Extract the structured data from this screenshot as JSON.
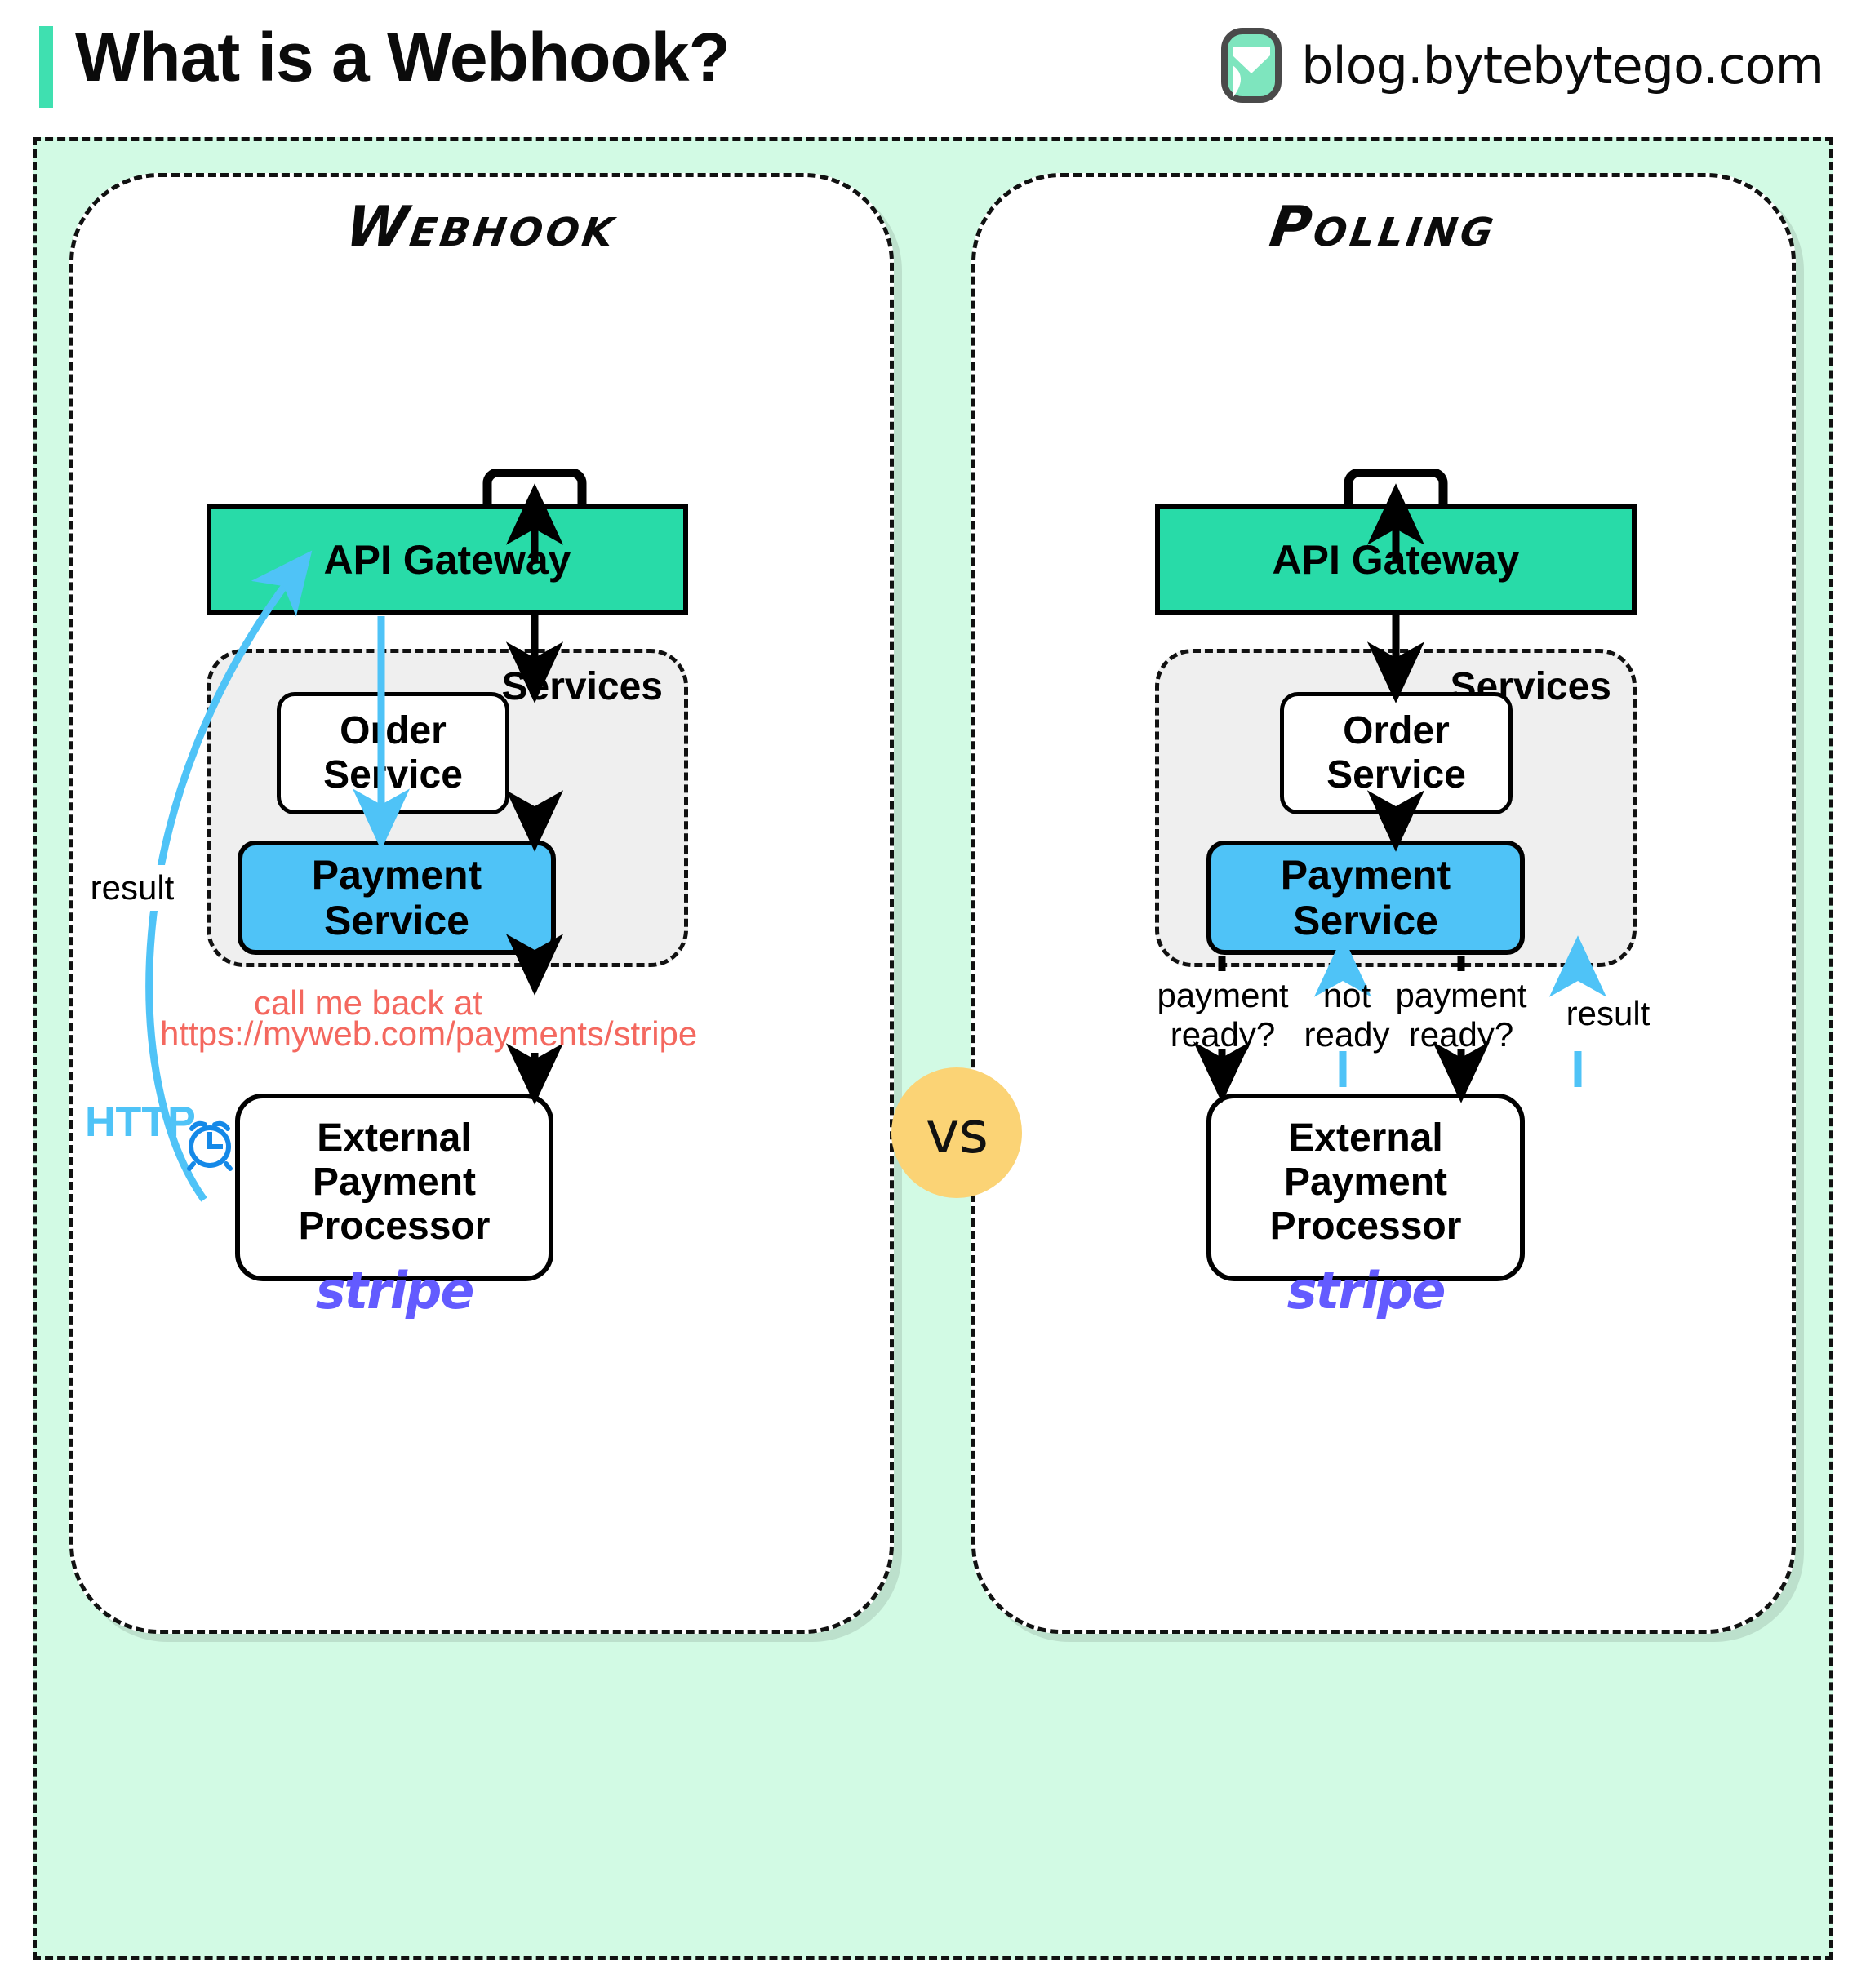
{
  "header": {
    "title": "What is a Webhook?",
    "brand": "blog.bytebytego.com",
    "logo_icon": "bytebytego-logo-icon",
    "accent_color": "#3FE0B0"
  },
  "comparison": {
    "vs_label": "vs",
    "vs_color": "#FBD375"
  },
  "colors": {
    "frame_bg": "#D2FAE4",
    "api_gateway": "#28DBA8",
    "payment_service": "#4FC3F7",
    "services_bg": "#EFEFEF",
    "callout_red": "#F4685F",
    "http_blue": "#4FC3F7",
    "clock_blue": "#1589E8",
    "stripe_purple": "#635BFF"
  },
  "webhook": {
    "title": "Webhook",
    "client_icon": "monitor-icon",
    "api_gateway": "API Gateway",
    "services_label": "Services",
    "order_service": "Order\nService",
    "payment_service": "Payment Service",
    "external_processor": "External\nPayment Processor",
    "stripe_label": "stripe",
    "callback_note_line1": "call me back at",
    "callback_note_line2": "https://myweb.com/payments/stripe",
    "result_label": "result",
    "http_label": "HTTP",
    "clock_icon": "alarm-clock-icon"
  },
  "polling": {
    "title": "Polling",
    "client_icon": "monitor-icon",
    "api_gateway": "API Gateway",
    "services_label": "Services",
    "order_service": "Order\nService",
    "payment_service": "Payment Service",
    "external_processor": "External\nPayment Processor",
    "stripe_label": "stripe",
    "poll_labels": [
      {
        "text": "payment\nready?",
        "direction": "down",
        "color": "#000000"
      },
      {
        "text": "not\nready",
        "direction": "up",
        "color": "#4FC3F7"
      },
      {
        "text": "payment\nready?",
        "direction": "down",
        "color": "#000000"
      },
      {
        "text": "result",
        "direction": "up",
        "color": "#4FC3F7"
      }
    ]
  }
}
